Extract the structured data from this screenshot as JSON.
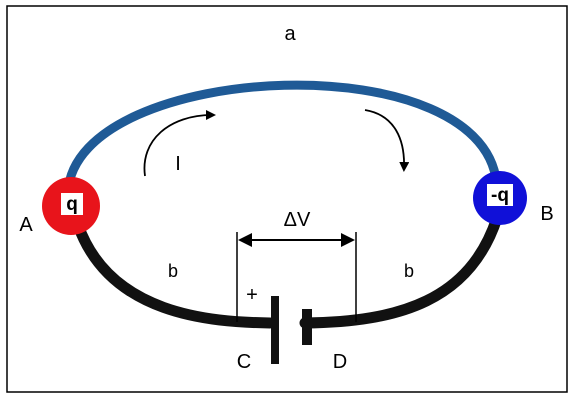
{
  "diagram": {
    "wire_top_label": "a",
    "wire_bottom_left_label": "b",
    "wire_bottom_right_label": "b",
    "current_label": "I",
    "voltage_label": "ΔV",
    "plus_label": "+",
    "terminal_left_label": "C",
    "terminal_right_label": "D",
    "node_left": {
      "name": "A",
      "charge": "q",
      "color": "#e8141b"
    },
    "node_right": {
      "name": "B",
      "charge": "-q",
      "color": "#1010d8"
    },
    "wire_top_color": "#1f5a96",
    "wire_bottom_color": "#111111"
  }
}
